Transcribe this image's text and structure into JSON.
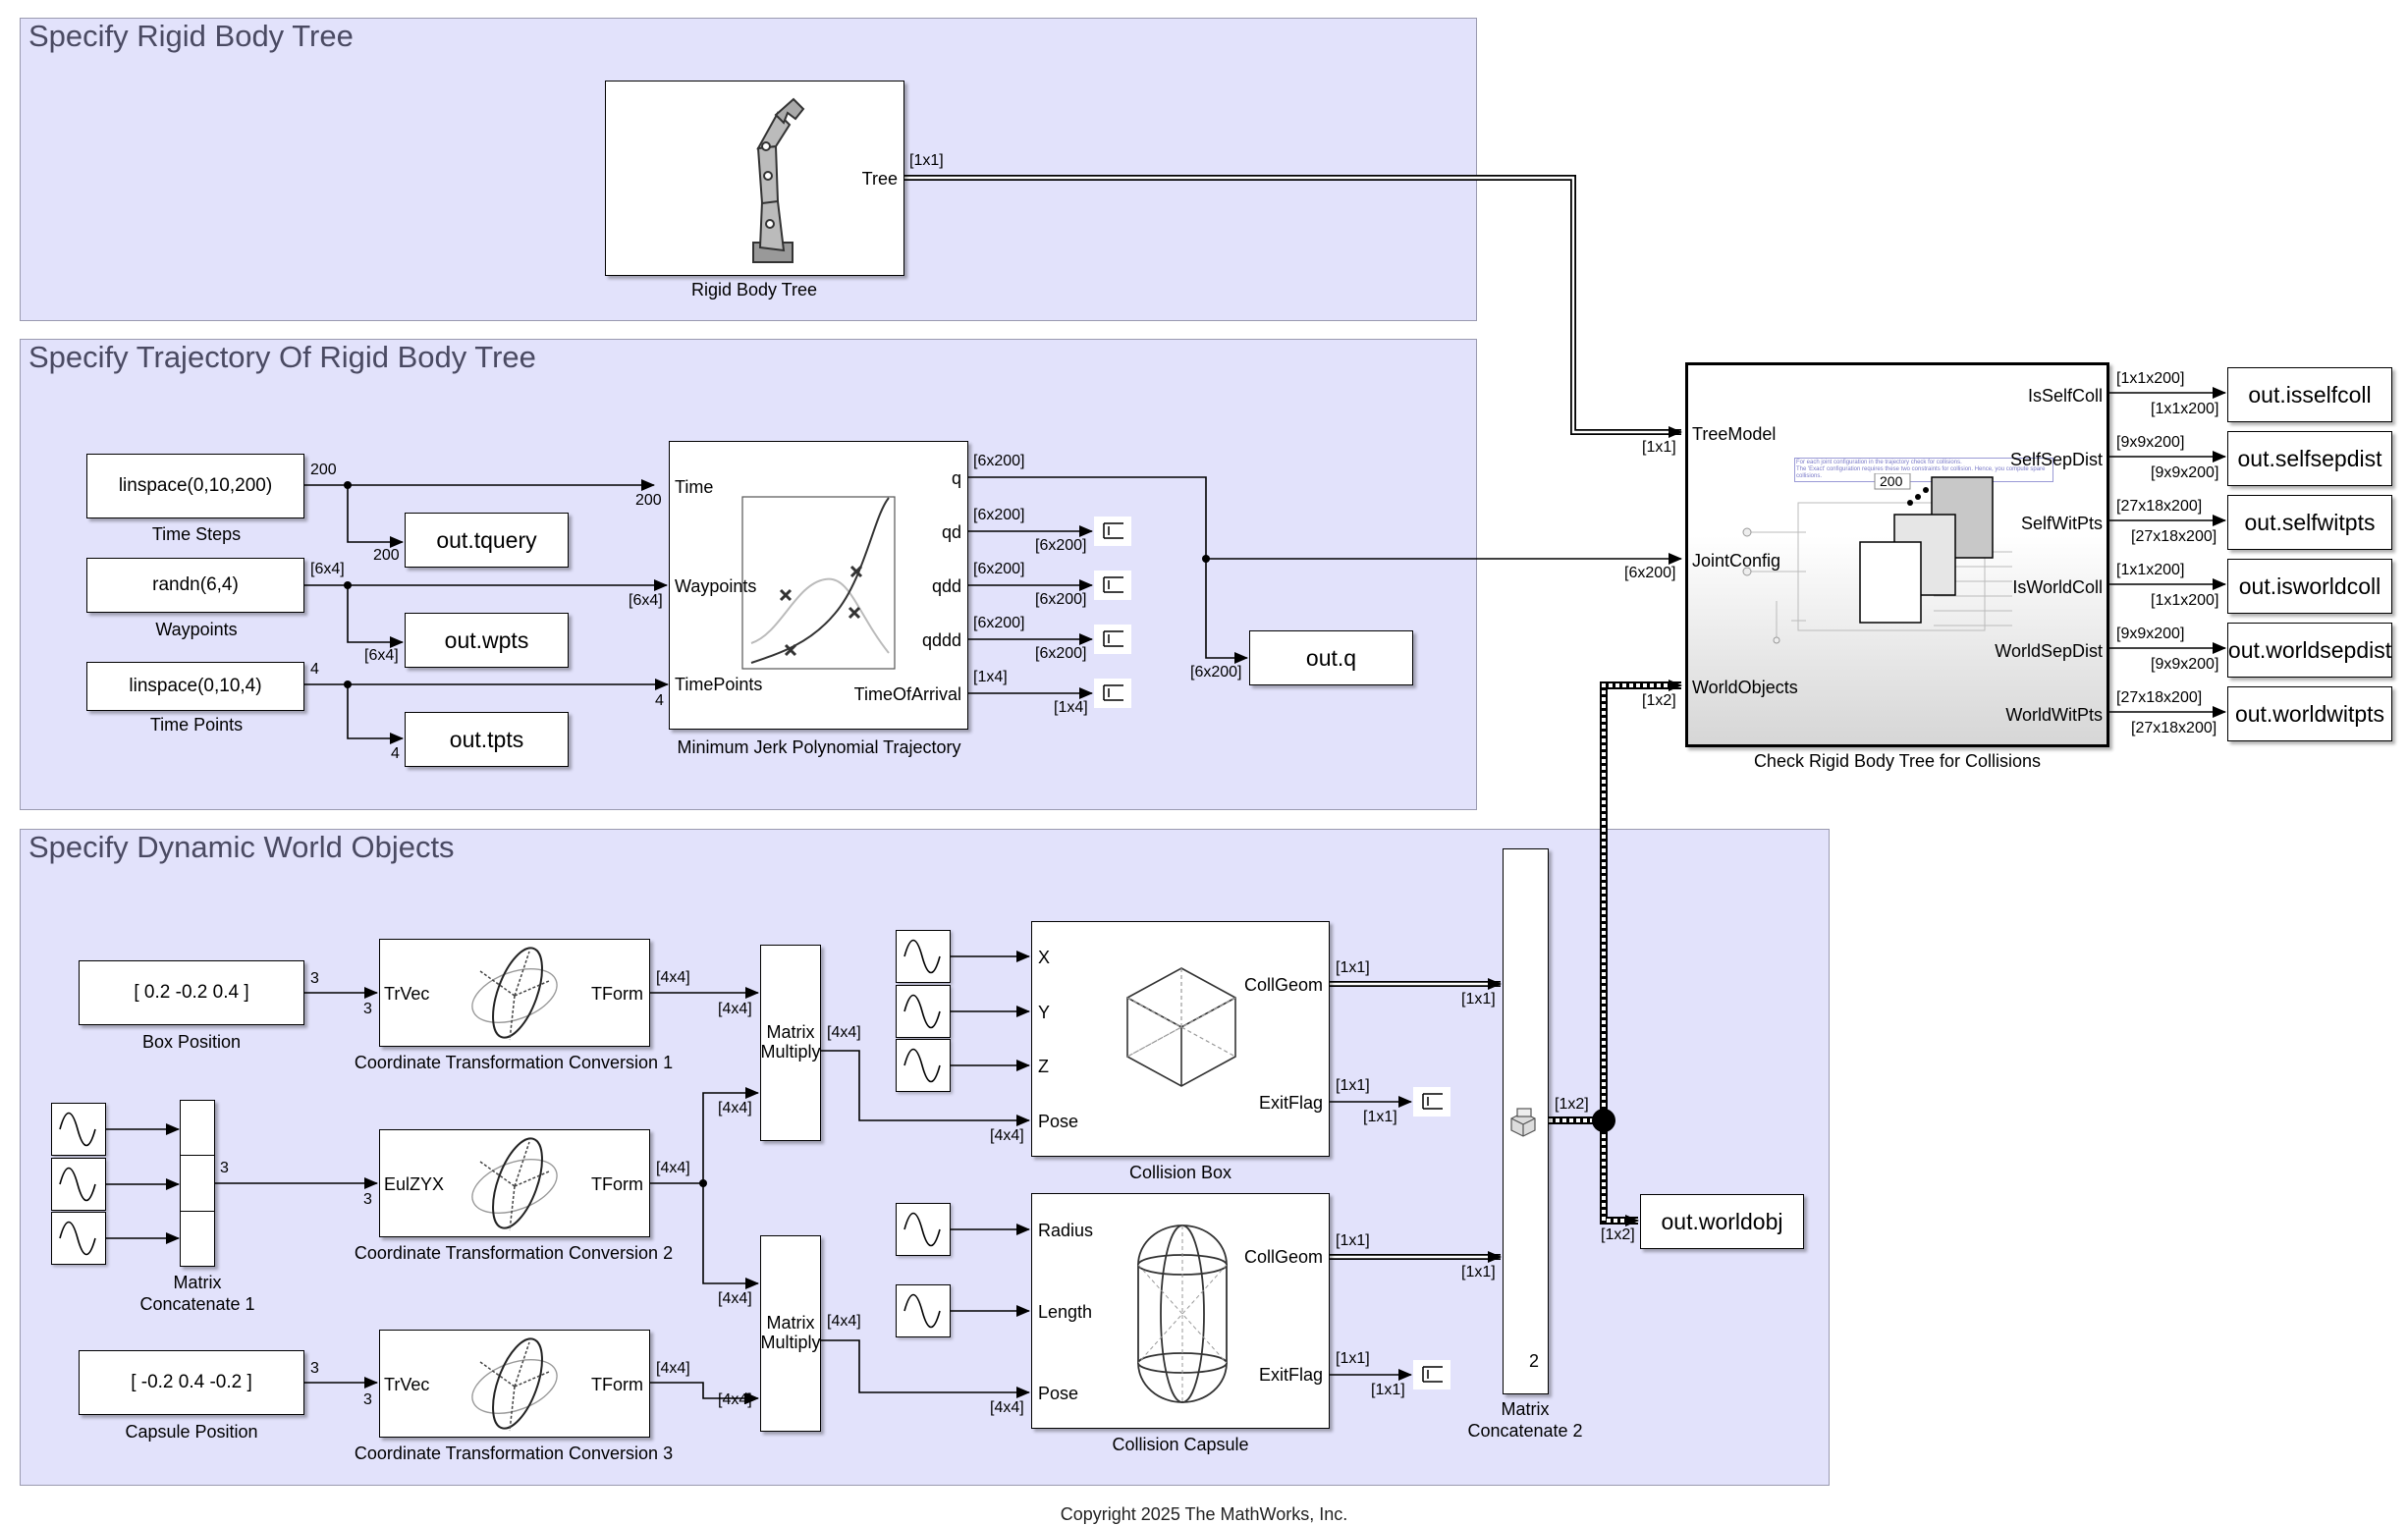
{
  "areas": {
    "rigid_body_tree": "Specify Rigid Body Tree",
    "trajectory": "Specify Trajectory Of Rigid Body Tree",
    "world_objects": "Specify Dynamic World Objects"
  },
  "blocks": {
    "rigid_body_tree": {
      "name": "Rigid Body Tree",
      "out_port": "Tree"
    },
    "time_steps": {
      "value": "linspace(0,10,200)",
      "name": "Time Steps"
    },
    "waypoints": {
      "value": "randn(6,4)",
      "name": "Waypoints"
    },
    "time_points": {
      "value": "linspace(0,10,4)",
      "name": "Time Points"
    },
    "out_tquery": "out.tquery",
    "out_wpts": "out.wpts",
    "out_tpts": "out.tpts",
    "trajectory": {
      "name": "Minimum Jerk Polynomial Trajectory",
      "in_ports": [
        "Time",
        "Waypoints",
        "TimePoints"
      ],
      "out_ports": [
        "q",
        "qd",
        "qdd",
        "qddd",
        "TimeOfArrival"
      ]
    },
    "out_q": "out.q",
    "collision_check": {
      "name": "Check Rigid Body Tree for Collisions",
      "in_ports": [
        "TreeModel",
        "JointConfig",
        "WorldObjects"
      ],
      "out_ports": [
        "IsSelfColl",
        "SelfSepDist",
        "SelfWitPts",
        "IsWorldColl",
        "WorldSepDist",
        "WorldWitPts"
      ],
      "icon_value": "200",
      "icon_text_1": "For each joint configuration in the trajectory check for collisions.",
      "icon_text_2": "The 'Exact' configuration requires these two constraints for collision. Hence, you compute spare collisions."
    },
    "outputs": [
      "out.isselfcoll",
      "out.selfsepdist",
      "out.selfwitpts",
      "out.isworldcoll",
      "out.worldsepdist",
      "out.worldwitpts"
    ],
    "box_position": {
      "value": "[ 0.2 -0.2  0.4 ]",
      "name": "Box Position"
    },
    "capsule_position": {
      "value": "[ -0.2  0.4 -0.2 ]",
      "name": "Capsule Position"
    },
    "ctc1": {
      "name": "Coordinate Transformation Conversion 1",
      "in_port": "TrVec",
      "out_port": "TForm"
    },
    "ctc2": {
      "name": "Coordinate Transformation Conversion 2",
      "in_port": "EulZYX",
      "out_port": "TForm"
    },
    "ctc3": {
      "name": "Coordinate Transformation Conversion 3",
      "in_port": "TrVec",
      "out_port": "TForm"
    },
    "matrix_concat1": {
      "name_line1": "Matrix",
      "name_line2": "Concatenate 1",
      "count": "3"
    },
    "matrix_concat2": {
      "name_line1": "Matrix",
      "name_line2": "Concatenate 2",
      "count": "2"
    },
    "matrix_multiply": {
      "line1": "Matrix",
      "line2": "Multiply"
    },
    "collision_box": {
      "name": "Collision Box",
      "in_ports": [
        "X",
        "Y",
        "Z",
        "Pose"
      ],
      "out_ports": [
        "CollGeom",
        "ExitFlag"
      ]
    },
    "collision_capsule": {
      "name": "Collision Capsule",
      "in_ports": [
        "Radius",
        "Length",
        "Pose"
      ],
      "out_ports": [
        "CollGeom",
        "ExitFlag"
      ]
    },
    "out_worldobj": "out.worldobj"
  },
  "dims": {
    "d1x1": "[1x1]",
    "d200": "200",
    "d6x4": "[6x4]",
    "d4": "4",
    "d3": "3",
    "d6x200": "[6x200]",
    "d1x4": "[1x4]",
    "d4x4": "[4x4]",
    "d1x2": "[1x2]",
    "d1x1x200": "[1x1x200]",
    "d9x9x200": "[9x9x200]",
    "d27x18x200": "[27x18x200]"
  },
  "footer": "Copyright 2025 The MathWorks, Inc."
}
